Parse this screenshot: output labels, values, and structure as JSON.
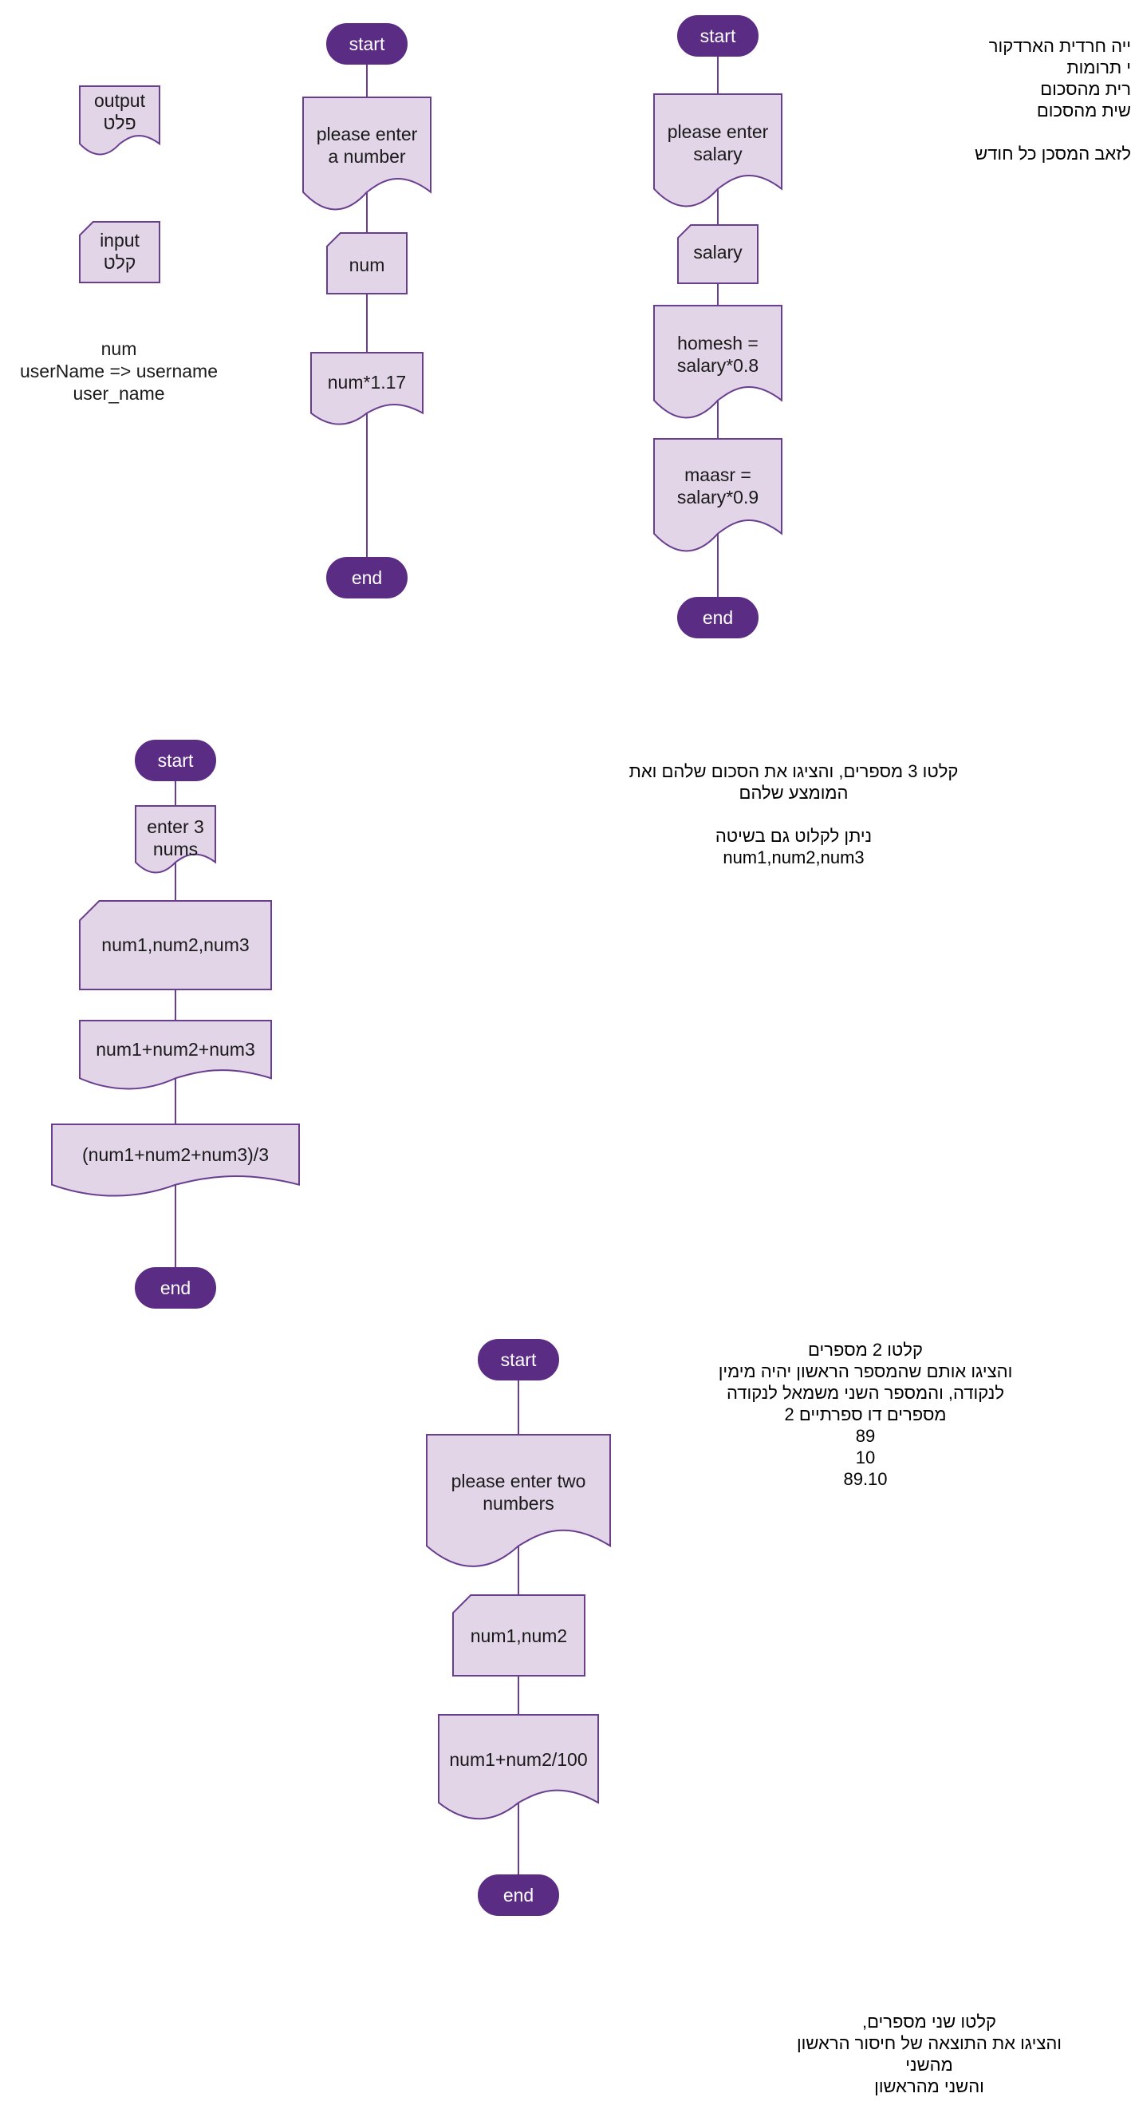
{
  "colors": {
    "terminal_fill": "#5b2c83",
    "node_fill": "#e1d5e7",
    "stroke": "#6a3e8f",
    "connector": "#6a3e8f"
  },
  "legend": {
    "output": "output\nפלט",
    "input": "input\nקלט",
    "naming": "num\nuserName => username\nuser_name"
  },
  "flow1": {
    "start": "start",
    "prompt": "please enter\na number",
    "input": "num",
    "output": "num*1.17",
    "end": "end"
  },
  "flow2": {
    "start": "start",
    "prompt": "please enter\nsalary",
    "input": "salary",
    "homesh": "homesh =\nsalary*0.8",
    "maasr": "maasr =\nsalary*0.9",
    "end": "end"
  },
  "flow3": {
    "start": "start",
    "prompt": "enter 3\nnums",
    "input": "num1,num2,num3",
    "sum": "num1+num2+num3",
    "avg": "(num1+num2+num3)/3",
    "end": "end"
  },
  "flow4": {
    "start": "start",
    "prompt": "please enter two\nnumbers",
    "input": "num1,num2",
    "output": "num1+num2/100",
    "end": "end"
  },
  "notes": {
    "top_right": "ייה חרדית הארדקור\nי תרומות\nרית מהסכום\nשית מהסכום\n\nלזאב המסכן כל חודש",
    "task3": "קלטו 3 מספרים, והציגו את הסכום שלהם ואת\nהמומצע שלהם\n\nניתן לקלוט גם בשיטה\nnum1,num2,num3",
    "task4": "קלטו 2 מספרים\nוהציגו אותם שהמספר הראשון יהיה מימין\nלנקודה, והמספר השני משמאל לנקודה\nמספרים דו ספרתיים 2\n89\n10\n89.10",
    "task5": "קלטו שני מספרים,\nוהציגו את התוצאה של חיסור הראשון\nמהשני\nוהשני מהראשון"
  }
}
